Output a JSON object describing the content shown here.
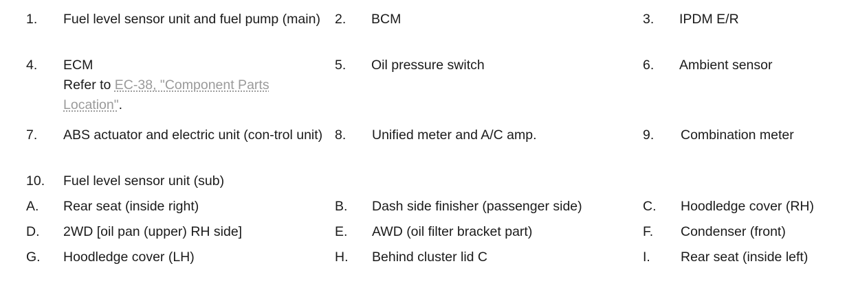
{
  "legend": {
    "items": [
      {
        "num": "1.",
        "text": "Fuel level sensor unit and fuel pump (main)"
      },
      {
        "num": "2.",
        "text": "BCM"
      },
      {
        "num": "3.",
        "text": "IPDM E/R"
      },
      {
        "num": "4.",
        "text": "ECM"
      },
      {
        "num": "5.",
        "text": "Oil pressure switch"
      },
      {
        "num": "6.",
        "text": "Ambient sensor"
      },
      {
        "num": "7.",
        "text": "ABS actuator and electric unit (con-trol unit)"
      },
      {
        "num": "8.",
        "text": "Unified meter and A/C amp."
      },
      {
        "num": "9.",
        "text": "Combination meter"
      },
      {
        "num": "10.",
        "text": "Fuel level sensor unit (sub)"
      },
      {
        "num": "A.",
        "text": "Rear seat (inside right)"
      },
      {
        "num": "B.",
        "text": "Dash side finisher (passenger side)"
      },
      {
        "num": "C.",
        "text": "Hoodledge cover (RH)"
      },
      {
        "num": "D.",
        "text": "2WD [oil pan (upper) RH side]"
      },
      {
        "num": "E.",
        "text": "AWD (oil filter bracket part)"
      },
      {
        "num": "F.",
        "text": "Condenser (front)"
      },
      {
        "num": "G.",
        "text": "Hoodledge cover (LH)"
      },
      {
        "num": "H.",
        "text": "Behind cluster lid C"
      },
      {
        "num": "I.",
        "text": "Rear seat (inside left)"
      }
    ],
    "ecm_ref": {
      "prefix": "Refer to ",
      "link": "EC-38, \"Component Parts Location\"",
      "suffix": "."
    }
  }
}
